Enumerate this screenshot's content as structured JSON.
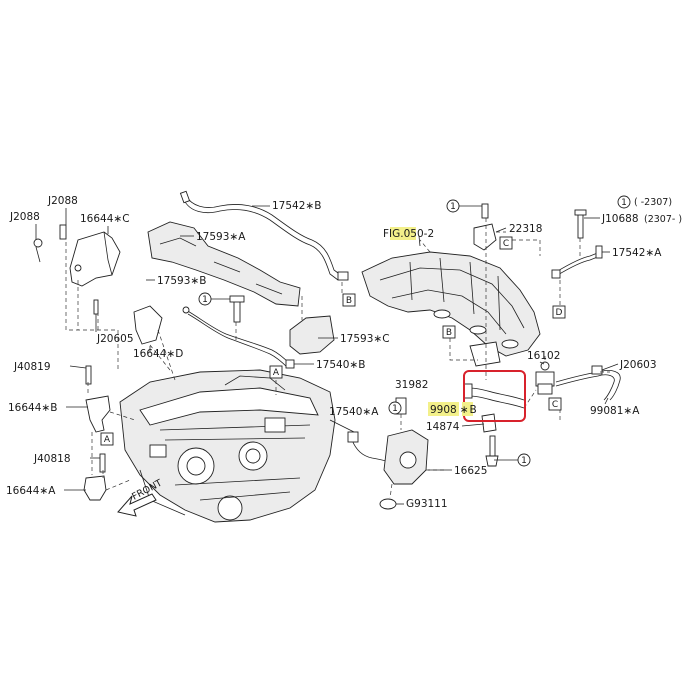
{
  "figure_ref": {
    "prefix": "FIG.05",
    "suffix": "0-2"
  },
  "colors": {
    "highlight": "#f3f08a",
    "callout": "#d8222c",
    "line": "#222222"
  },
  "labels": {
    "j2088_top": "J2088",
    "j2088_left": "J2088",
    "p16644c": "16644∗C",
    "j20605": "J20605",
    "p16644d": "16644∗D",
    "j40819": "J40819",
    "p16644b": "16644∗B",
    "j40818": "J40818",
    "p16644a": "16644∗A",
    "front": "FRONT",
    "p17542b": "17542∗B",
    "p17593a": "17593∗A",
    "p17593b": "17593∗B",
    "p17593c": "17593∗C",
    "p17540b": "17540∗B",
    "p17540a": "17540∗A",
    "p31982": "31982",
    "p22318": "22318",
    "j10688": "J10688",
    "date_a": "( -2307)",
    "date_b": "(2307- )",
    "p17542a": "17542∗A",
    "p16102": "16102",
    "j20603": "J20603",
    "p99081a": "99081∗A",
    "p14874": "14874",
    "p16625": "16625",
    "g93111": "G93111",
    "p9908_code": "9908",
    "p9908_star": "∗",
    "p9908_suffix": "B"
  },
  "circle_notes": {
    "one": "1"
  },
  "ref_boxes": {
    "a": "A",
    "b": "B",
    "c": "C",
    "d": "D"
  }
}
